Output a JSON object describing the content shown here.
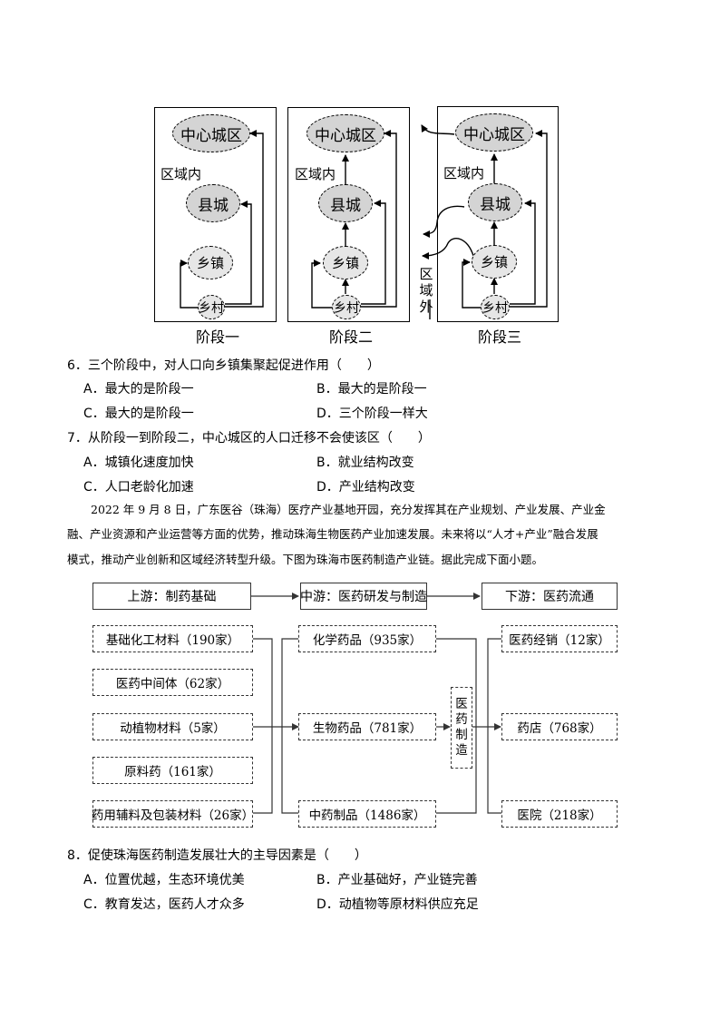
{
  "figure1": {
    "center_city": "中心城区",
    "county": "县城",
    "town": "乡镇",
    "village": "乡村",
    "within_region": "区域内",
    "outside_region_chars": [
      "区",
      "域",
      "外"
    ],
    "stages": [
      "阶段一",
      "阶段二",
      "阶段三"
    ]
  },
  "q6": {
    "stem": "6．三个阶段中，对人口向乡镇集聚起促进作用（　　）",
    "options": {
      "A": "A．最大的是阶段一",
      "B": "B．最大的是阶段一",
      "C": "C．最大的是阶段一",
      "D": "D．三个阶段一样大"
    }
  },
  "q7": {
    "stem": "7．从阶段一到阶段二，中心城区的人口迁移不会使该区（　　）",
    "options": {
      "A": "A．城镇化速度加快",
      "B": "B．就业结构改变",
      "C": "C．人口老龄化加速",
      "D": "D．产业结构改变"
    }
  },
  "passage": {
    "lines": [
      "2022 年 9 月 8 日，广东医谷（珠海）医疗产业基地开园，充分发挥其在产业规划、产业发展、产业金",
      "融、产业资源和产业运营等方面的优势，推动珠海生物医药产业加速发展。未来将以“人才+产业”融合发展",
      "模式，推动产业创新和区域经济转型升级。下图为珠海市医药制造产业链。据此完成下面小题。"
    ]
  },
  "figure2": {
    "upstream_header": "上游：制药基础",
    "midstream_header": "中游：医药研发与制造",
    "downstream_header": "下游：医药流通",
    "upstream_items": [
      "基础化工材料（190家）",
      "医药中间体（62家）",
      "动植物材料（5家）",
      "原料药（161家）",
      "药用辅料及包装材料（26家）"
    ],
    "midstream_items": [
      "化学药品（935家）",
      "生物药品（781家）",
      "中药制品（1486家）"
    ],
    "manufacturing_chars": [
      "医",
      "药",
      "制",
      "造"
    ],
    "downstream_items": [
      "医药经销（12家）",
      "药店（768家）",
      "医院（218家）"
    ]
  },
  "q8": {
    "stem": "8．促使珠海医药制造发展壮大的主导因素是（　　）",
    "options": {
      "A": "A．位置优越，生态环境优美",
      "B": "B．产业基础好，产业链完善",
      "C": "C．教育发达，医药人才众多",
      "D": "D．动植物等原材料供应充足"
    }
  }
}
